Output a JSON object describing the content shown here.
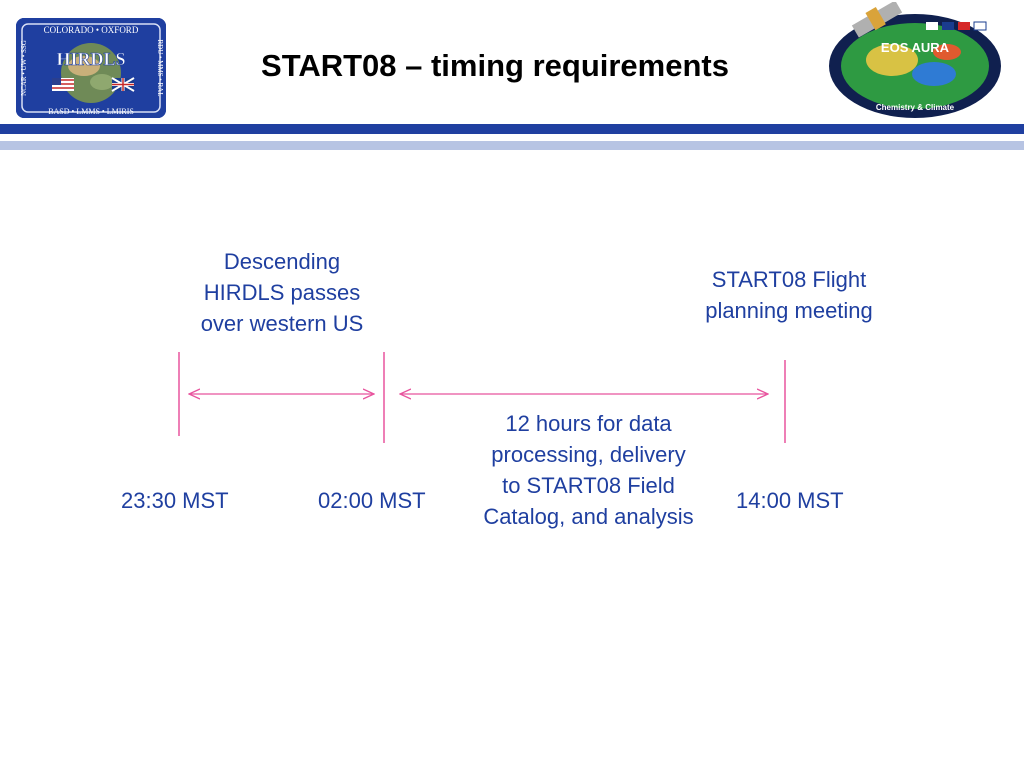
{
  "slide": {
    "title": "START08 – timing requirements"
  },
  "logos": {
    "left": {
      "top_text": "COLORADO • OXFORD",
      "center_text": "HIRDLS",
      "bottom_text": "BASD • LMMS • LMIRIS",
      "left_text": "NCAR • UW • SSG",
      "right_text": "RDU • MMS • RAL"
    },
    "right": {
      "top_text": "EOS AURA",
      "bottom_text": "Chemistry & Climate"
    }
  },
  "diagram": {
    "descending_label": "Descending HIRDLS passes over western US",
    "meeting_label": "START08 Flight planning meeting",
    "processing_label": "12 hours for data processing, delivery to START08 Field Catalog, and analysis",
    "times": [
      "23:30 MST",
      "02:00 MST",
      "14:00 MST"
    ]
  },
  "colors": {
    "accent": "#1f3fa0",
    "text_blue": "#1f3fa0",
    "timeline_pink": "#e8549e",
    "light_bar": "#b7c4e3"
  }
}
